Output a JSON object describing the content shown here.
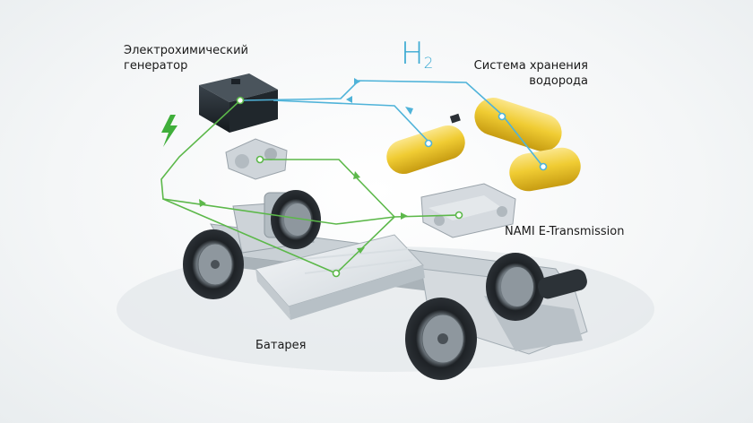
{
  "labels": {
    "generator": [
      "Электрохимический",
      "генератор"
    ],
    "storage": [
      "Система хранения",
      "водорода"
    ],
    "transmission": "NAMI E-Transmission",
    "battery": "Батарея",
    "h2_main": "H",
    "h2_sub": "2"
  },
  "colors": {
    "hydrogen_line": "#4fb3d9",
    "power_line": "#5cb84a",
    "tank": "#f0cc33",
    "generator_box": "#1c2228",
    "lightning": "#3fae3a"
  },
  "icons": [
    "lightning-icon"
  ]
}
